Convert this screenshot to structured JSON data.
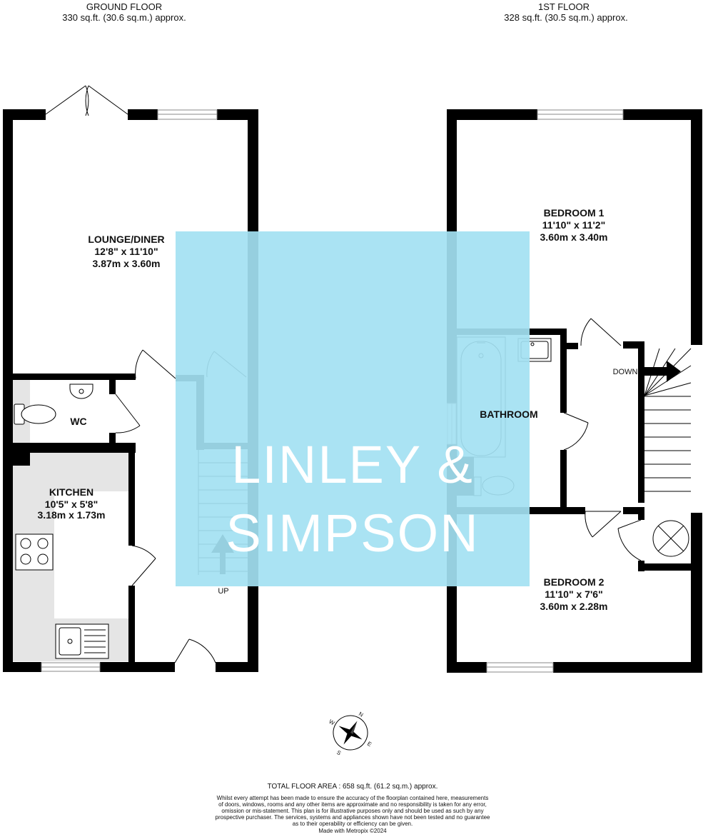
{
  "ground_floor": {
    "title": "GROUND FLOOR",
    "area": "330 sq.ft. (30.6 sq.m.) approx.",
    "rooms": {
      "lounge": {
        "name": "LOUNGE/DINER",
        "imperial": "12'8\"  x 11'10\"",
        "metric": "3.87m  x 3.60m"
      },
      "wc": {
        "name": "WC"
      },
      "kitchen": {
        "name": "KITCHEN",
        "imperial": "10'5\"  x 5'8\"",
        "metric": "3.18m  x 1.73m"
      }
    },
    "stairs_label": "UP"
  },
  "first_floor": {
    "title": "1ST FLOOR",
    "area": "328 sq.ft. (30.5 sq.m.) approx.",
    "rooms": {
      "bedroom1": {
        "name": "BEDROOM 1",
        "imperial": "11'10\"  x 11'2\"",
        "metric": "3.60m  x 3.40m"
      },
      "bathroom": {
        "name": "BATHROOM"
      },
      "bedroom2": {
        "name": "BEDROOM 2",
        "imperial": "11'10\"  x 7'6\"",
        "metric": "3.60m  x 2.28m"
      }
    },
    "stairs_label": "DOWN"
  },
  "watermark": {
    "line1": "LINLEY &",
    "line2": "SIMPSON"
  },
  "compass": {
    "n": "N",
    "e": "E",
    "s": "S",
    "w": "W"
  },
  "footer": {
    "total": "TOTAL FLOOR AREA : 658 sq.ft. (61.2 sq.m.) approx.",
    "disclaimer": [
      "Whilst every attempt has been made to ensure the accuracy of the floorplan contained here, measurements",
      "of doors, windows, rooms and any other items are approximate and no responsibility is taken for any error,",
      "omission or mis-statement. This plan is for illustrative purposes only and should be used as such by any",
      "prospective purchaser. The services, systems and appliances shown have not been tested and no guarantee",
      "as to their operability or efficiency can be given.",
      "Made with Metropix ©2024"
    ]
  },
  "colors": {
    "wall": "#000000",
    "watermark_bg": "#a3e1f2",
    "kitchen_floor": "#e5e5e5",
    "window": "#cccccc"
  }
}
